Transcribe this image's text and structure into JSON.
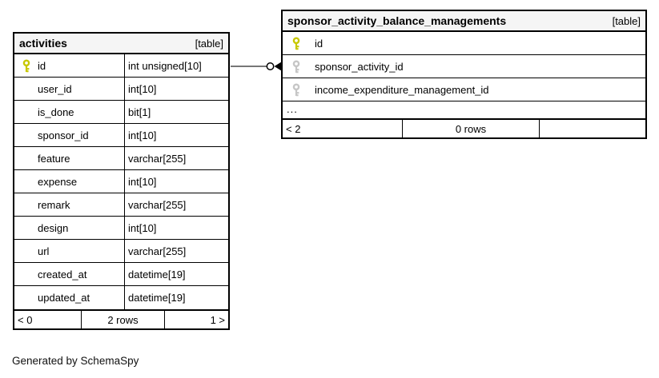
{
  "diagram": {
    "generated_by": "Generated by SchemaSpy"
  },
  "colors": {
    "primary_key_icon": "#c8c800",
    "foreign_key_icon": "#c6c6c6",
    "header_bg": "#f5f5f5",
    "table_border": "#000000",
    "edge": "#4a4a4a"
  },
  "relationship": {
    "from_table": "activities",
    "from_column": "id",
    "to_table": "sponsor_activity_balance_managements",
    "to_column": "sponsor_activity_id",
    "terminator": "circle-arrow"
  },
  "tables": [
    {
      "name": "activities",
      "badge": "[table]",
      "columns": [
        {
          "name": "id",
          "type": "int unsigned[10]",
          "key": "primary"
        },
        {
          "name": "user_id",
          "type": "int[10]",
          "key": ""
        },
        {
          "name": "is_done",
          "type": "bit[1]",
          "key": ""
        },
        {
          "name": "sponsor_id",
          "type": "int[10]",
          "key": ""
        },
        {
          "name": "feature",
          "type": "varchar[255]",
          "key": ""
        },
        {
          "name": "expense",
          "type": "int[10]",
          "key": ""
        },
        {
          "name": "remark",
          "type": "varchar[255]",
          "key": ""
        },
        {
          "name": "design",
          "type": "int[10]",
          "key": ""
        },
        {
          "name": "url",
          "type": "varchar[255]",
          "key": ""
        },
        {
          "name": "created_at",
          "type": "datetime[19]",
          "key": ""
        },
        {
          "name": "updated_at",
          "type": "datetime[19]",
          "key": ""
        }
      ],
      "footer": {
        "left": "< 0",
        "center": "2 rows",
        "right": "1 >"
      }
    },
    {
      "name": "sponsor_activity_balance_managements",
      "badge": "[table]",
      "columns": [
        {
          "name": "id",
          "key": "primary"
        },
        {
          "name": "sponsor_activity_id",
          "key": "foreign"
        },
        {
          "name": "income_expenditure_management_id",
          "key": "foreign"
        }
      ],
      "ellipsis": "...",
      "footer": {
        "left": "< 2",
        "center": "0 rows",
        "right": ""
      }
    }
  ]
}
